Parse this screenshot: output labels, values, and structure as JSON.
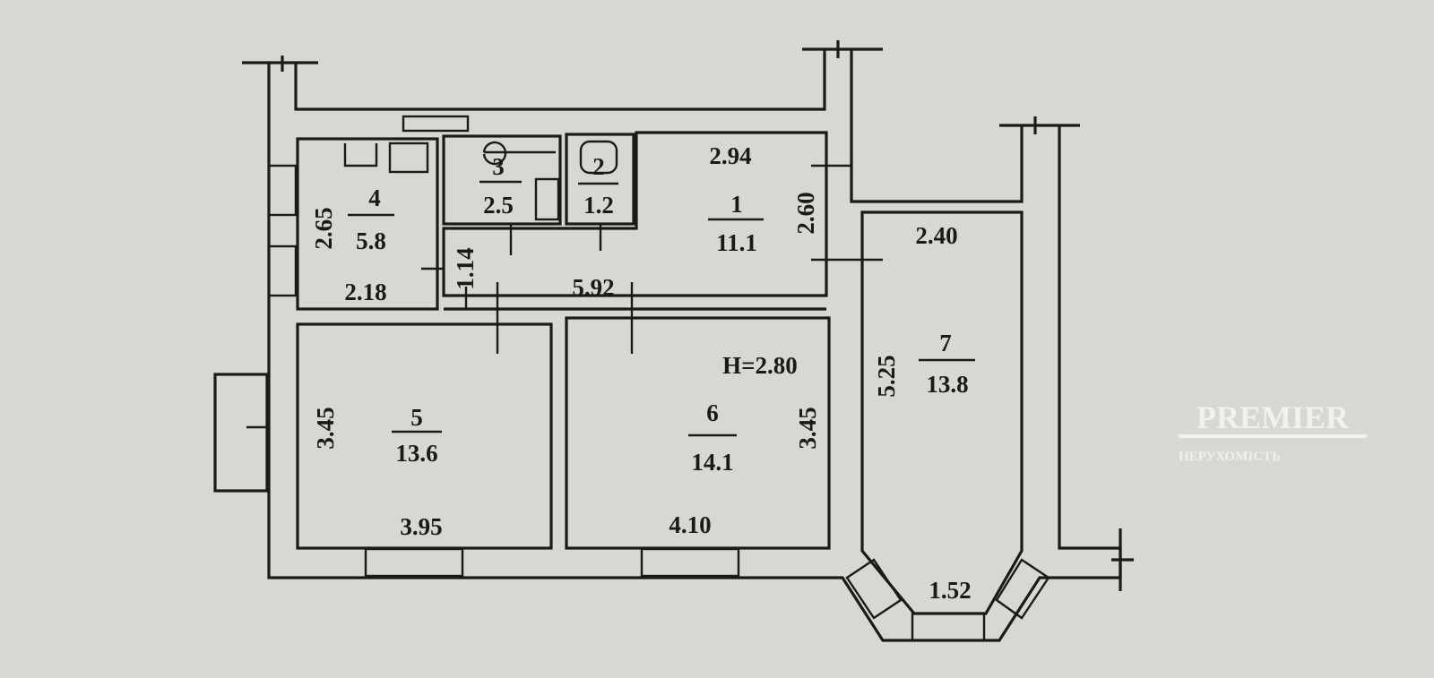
{
  "plan": {
    "ceiling_height": "H=2.80",
    "rooms": [
      {
        "number": "1",
        "area": "11.1",
        "dims": [
          "2.94",
          "2.60",
          "5.92",
          "1.14"
        ]
      },
      {
        "number": "2",
        "area": "1.2"
      },
      {
        "number": "3",
        "area": "2.5"
      },
      {
        "number": "4",
        "area": "5.8",
        "dims": [
          "2.65",
          "2.18"
        ]
      },
      {
        "number": "5",
        "area": "13.6",
        "dims": [
          "3.45",
          "3.95"
        ]
      },
      {
        "number": "6",
        "area": "14.1",
        "dims": [
          "3.45",
          "4.10"
        ]
      },
      {
        "number": "7",
        "area": "13.8",
        "dims": [
          "2.40",
          "5.25",
          "1.52"
        ]
      }
    ]
  },
  "watermark": {
    "brand": "PREMIER",
    "subtitle": "НЕРУХОМІСТЬ"
  },
  "colors": {
    "paper": "#d9d7d1",
    "ink": "#1b1a18"
  }
}
